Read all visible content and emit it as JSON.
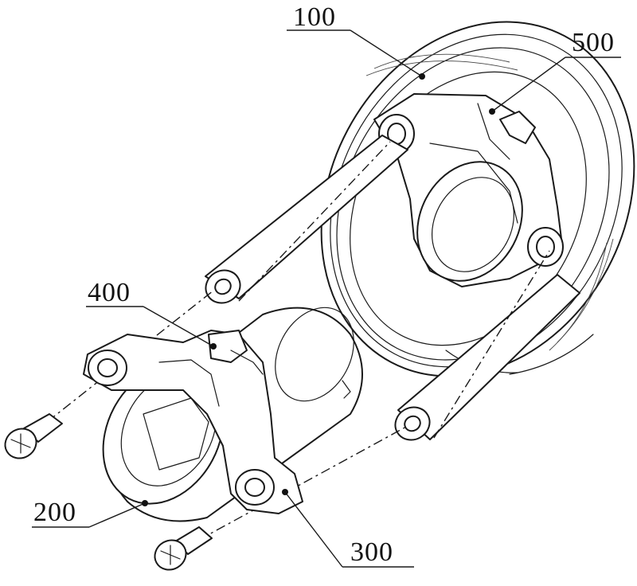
{
  "callouts": {
    "c100": "100",
    "c200": "200",
    "c300": "300",
    "c400": "400",
    "c500": "500"
  }
}
